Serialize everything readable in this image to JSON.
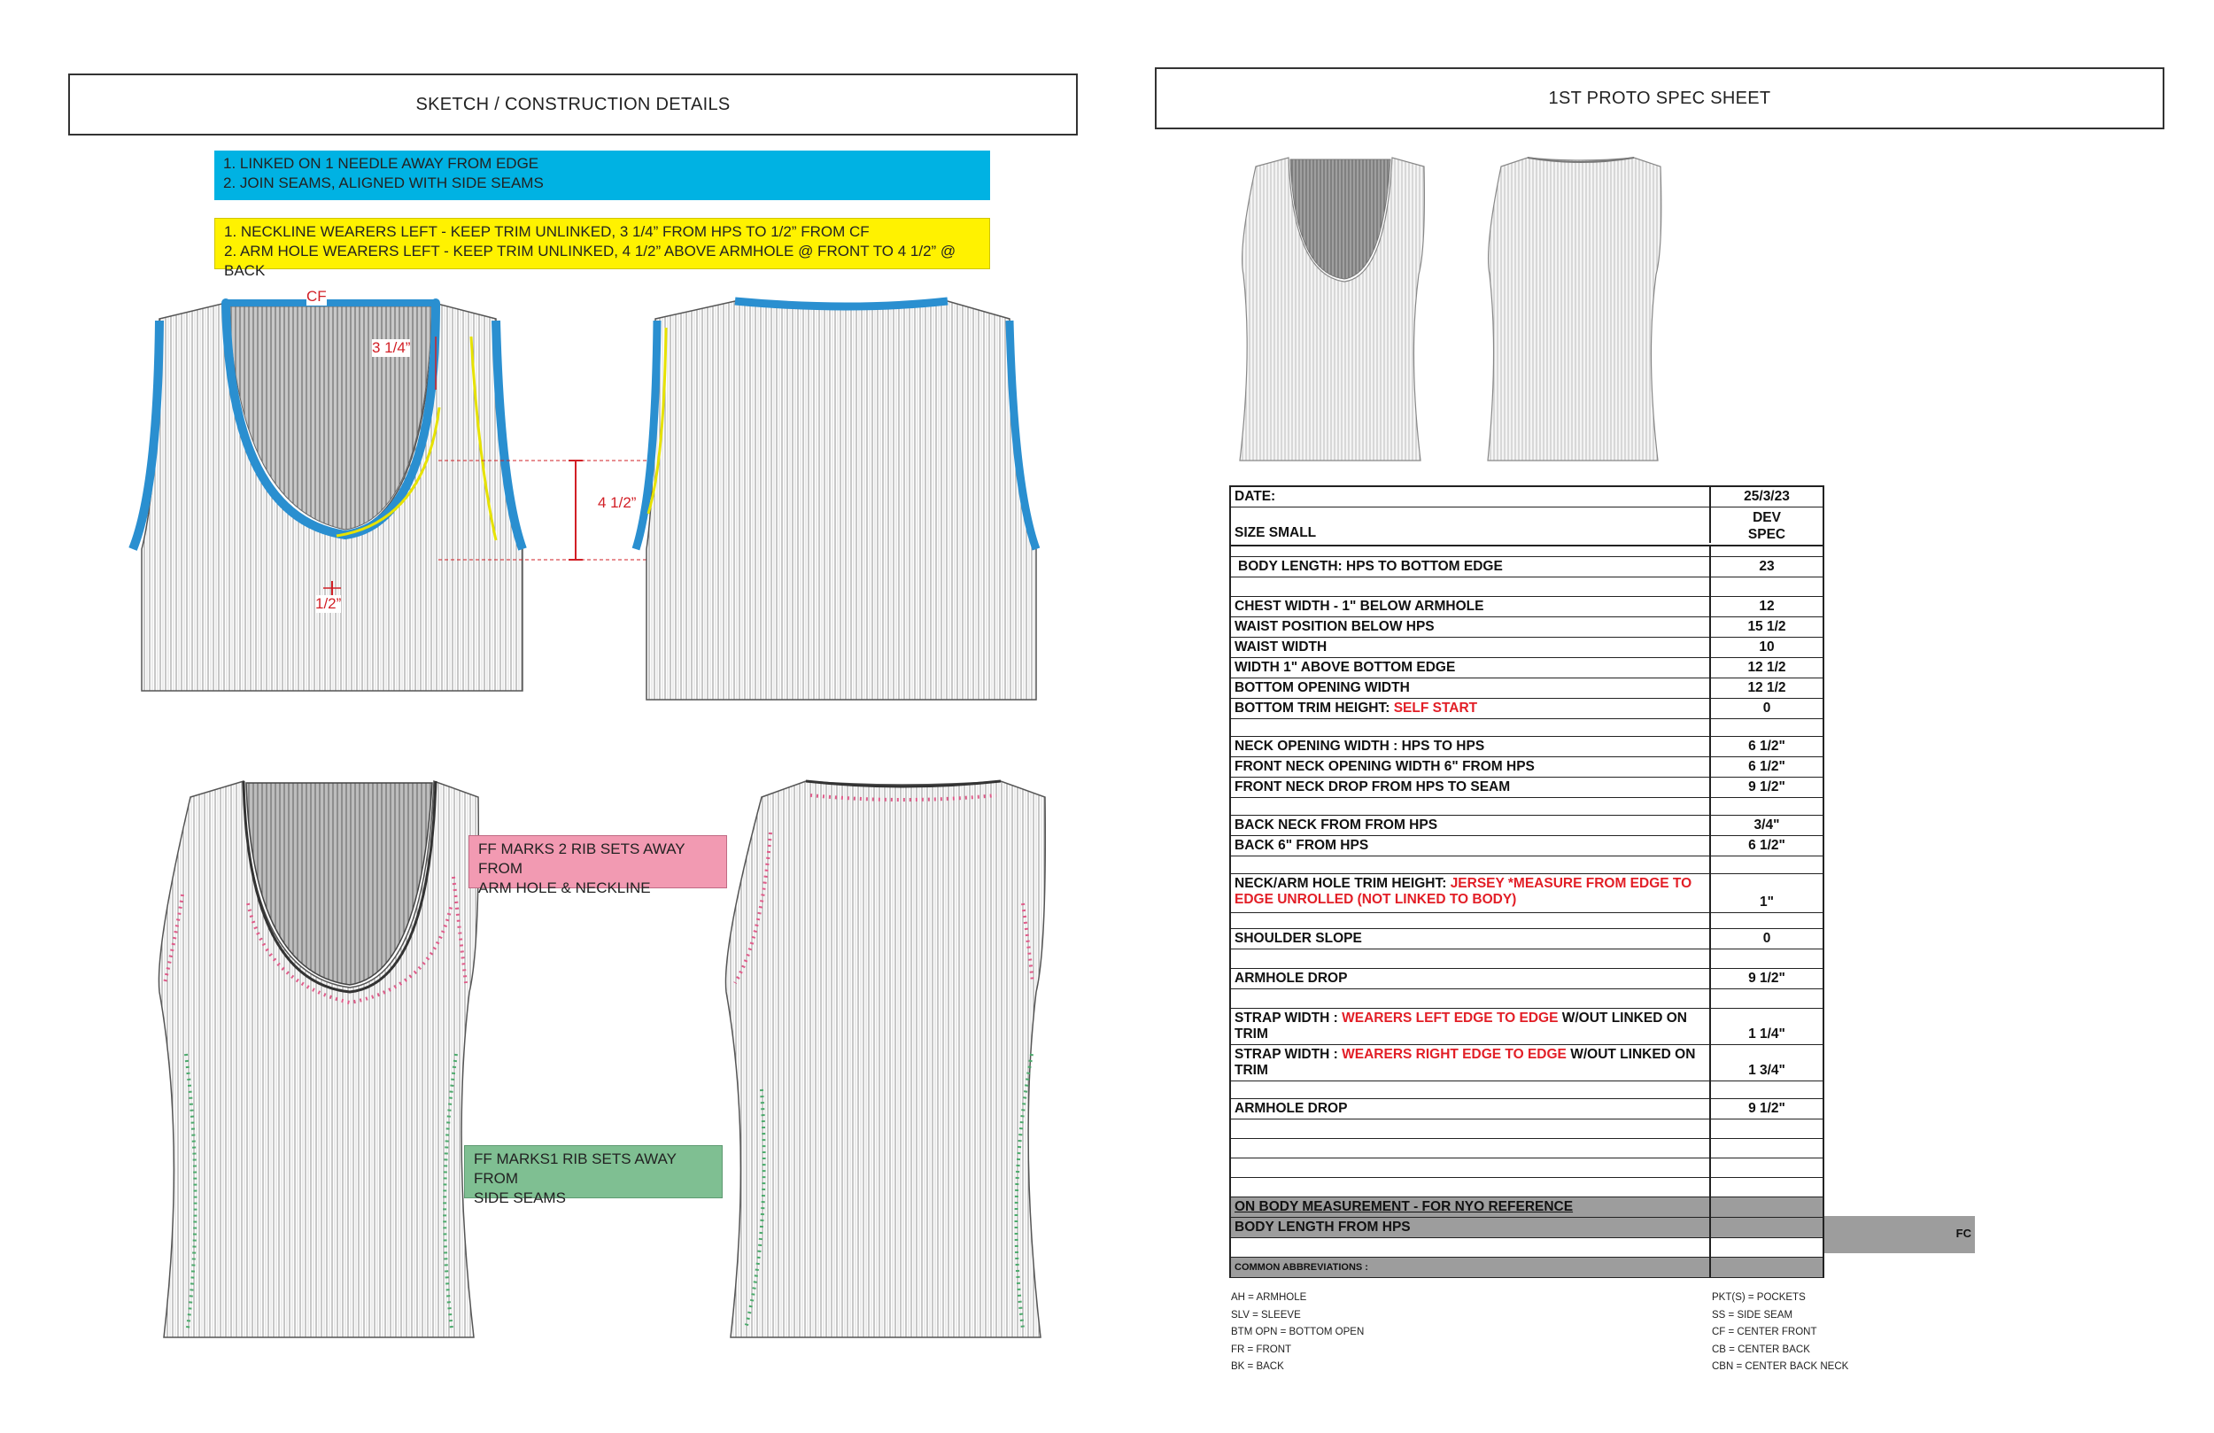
{
  "left_title": "SKETCH / CONSTRUCTION DETAILS",
  "right_title": "1ST PROTO SPEC SHEET",
  "notes": {
    "blue": [
      "1. LINKED ON 1 NEEDLE AWAY FROM EDGE",
      "2. JOIN SEAMS, ALIGNED WITH SIDE SEAMS"
    ],
    "yellow": [
      "1. NECKLINE WEARERS LEFT -  KEEP TRIM UNLINKED, 3 1/4” FROM HPS TO 1/2” FROM CF",
      "2. ARM HOLE WEARERS LEFT - KEEP TRIM UNLINKED, 4  1/2” ABOVE ARMHOLE @ FRONT TO 4  1/2” @ BACK"
    ],
    "pink": [
      "FF MARKS 2 RIB SETS AWAY FROM",
      "ARM HOLE & NECKLINE"
    ],
    "green": [
      "FF MARKS1 RIB SETS AWAY FROM",
      "SIDE SEAMS"
    ]
  },
  "callouts": {
    "cf": "CF",
    "neck": "3  1/4”",
    "armhole": "4 1/2”",
    "half": "1/2”"
  },
  "spec": {
    "header": {
      "date_label": "DATE:",
      "date_value": "25/3/23",
      "size_label": "SIZE SMALL",
      "dev": "DEV",
      "spec": "SPEC"
    },
    "rows": [
      {
        "label": "BODY LENGTH: HPS TO BOTTOM EDGE",
        "value": "23",
        "gap_after": true
      },
      {
        "label": "CHEST WIDTH - 1\" BELOW ARMHOLE",
        "value": "12"
      },
      {
        "label": "WAIST POSITION BELOW  HPS",
        "value": "15  1/2"
      },
      {
        "label": "WAIST WIDTH",
        "value": "10"
      },
      {
        "label": "WIDTH 1\" ABOVE BOTTOM EDGE",
        "value": "12  1/2"
      },
      {
        "label": "BOTTOM OPENING WIDTH",
        "value": "12  1/2"
      },
      {
        "label": "BOTTOM TRIM HEIGHT: ",
        "red": "SELF START",
        "value": "0",
        "gap_after": true
      },
      {
        "label": "NECK OPENING WIDTH : HPS TO HPS",
        "value": "6 1/2\""
      },
      {
        "label": "FRONT NECK OPENING WIDTH 6\" FROM HPS",
        "value": "6 1/2\""
      },
      {
        "label": "FRONT NECK DROP FROM HPS TO SEAM",
        "value": "9 1/2\"",
        "gap_after": true
      },
      {
        "label": "BACK NECK FROM FROM HPS",
        "value": "3/4\""
      },
      {
        "label": "BACK 6\" FROM HPS",
        "value": "6 1/2\"",
        "gap_after": true
      },
      {
        "label": "NECK/ARM HOLE TRIM HEIGHT: ",
        "red": "JERSEY  *MEASURE FROM EDGE TO EDGE UNROLLED (NOT LINKED TO BODY)",
        "value": "1\"",
        "gap_after": true
      },
      {
        "label": "SHOULDER SLOPE",
        "value": "0",
        "gap_after": true
      },
      {
        "label": "ARMHOLE DROP",
        "value": "9 1/2\"",
        "gap_after": true
      },
      {
        "label": "STRAP WIDTH : ",
        "red": "WEARERS LEFT EDGE TO EDGE",
        "tail": " W/OUT LINKED ON TRIM",
        "value": "1  1/4\""
      },
      {
        "label": "STRAP WIDTH : ",
        "red": "WEARERS RIGHT EDGE TO EDGE",
        "tail": " W/OUT LINKED ON TRIM",
        "value": "1 3/4\"",
        "gap_after": true
      },
      {
        "label": "ARMHOLE DROP",
        "value": "9 1/2\""
      }
    ],
    "on_body_title": "ON BODY MEASUREMENT - FOR NYO REFERENCE",
    "on_body_row": "BODY LENGTH FROM HPS",
    "fo_text": "FC",
    "abbreviations_title": "COMMON ABBREVIATIONS :",
    "abbr_left": [
      "AH = ARMHOLE",
      "SLV = SLEEVE",
      "BTM OPN = BOTTOM OPEN",
      "FR = FRONT",
      "BK = BACK"
    ],
    "abbr_right": [
      "PKT(S) = POCKETS",
      "SS = SIDE SEAM",
      "CF = CENTER FRONT",
      "CB = CENTER BACK",
      "CBN = CENTER BACK NECK"
    ]
  }
}
